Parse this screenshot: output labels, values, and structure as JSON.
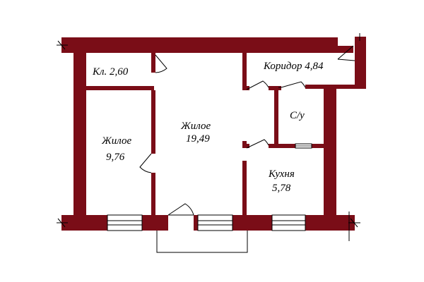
{
  "colors": {
    "wall": "#7a0d17",
    "line": "#000000",
    "background": "#ffffff",
    "window_glass": "#ffffff"
  },
  "rooms": [
    {
      "id": "closet",
      "name": "Кл.",
      "area": "2,60",
      "text": "Кл. 2,60"
    },
    {
      "id": "corridor",
      "name": "Коридор",
      "area": "4,84",
      "text": "Коридор 4,84"
    },
    {
      "id": "bathroom",
      "name": "С/у",
      "area": "",
      "text": "С/у"
    },
    {
      "id": "living-main",
      "name": "Жилое",
      "area": "19,49"
    },
    {
      "id": "living-left",
      "name": "Жилое",
      "area": "9,76"
    },
    {
      "id": "kitchen",
      "name": "Кухня",
      "area": "5,78"
    }
  ]
}
